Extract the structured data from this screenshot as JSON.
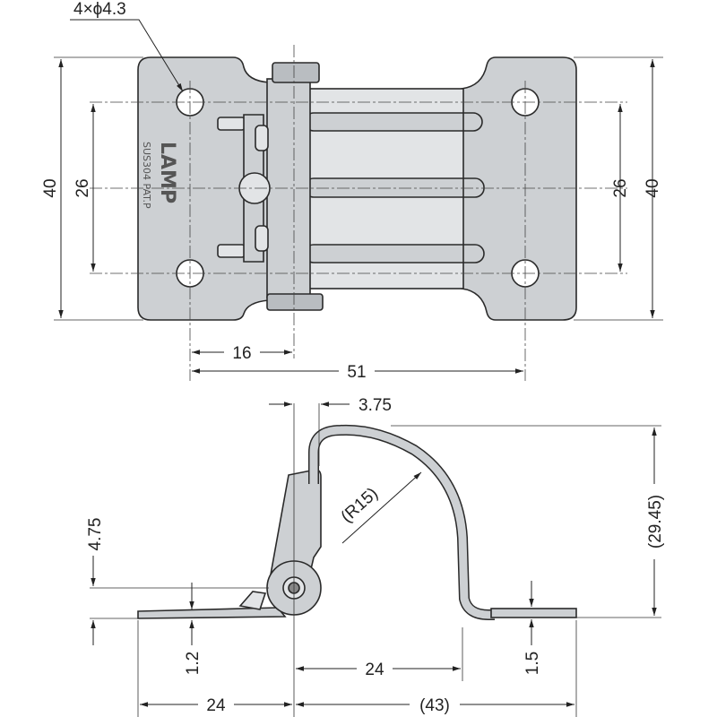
{
  "top_view": {
    "hole_spec": "4×ϕ4.3",
    "stamp_brand": "LAMP",
    "stamp_line2": "SUS304  PAT.P",
    "dim_height_left": "40",
    "dim_hole_pitch_left": "26",
    "dim_hole_pitch_right": "26",
    "dim_height_right": "40",
    "dim_hole_to_pin": "16",
    "dim_hole_to_hole": "51"
  },
  "side_view": {
    "dim_offset": "3.75",
    "dim_radius": "(R15)",
    "dim_total_height": "(29.45)",
    "dim_pin_height": "4.75",
    "dim_thickness_left": "1.2",
    "dim_thickness_right": "1.5",
    "dim_right_inner": "24",
    "dim_left_leaf": "24",
    "dim_right_overall": "(43)"
  },
  "colors": {
    "metal": "#cdd0d3",
    "outline": "#2a2a2a",
    "dimension": "#222222"
  }
}
